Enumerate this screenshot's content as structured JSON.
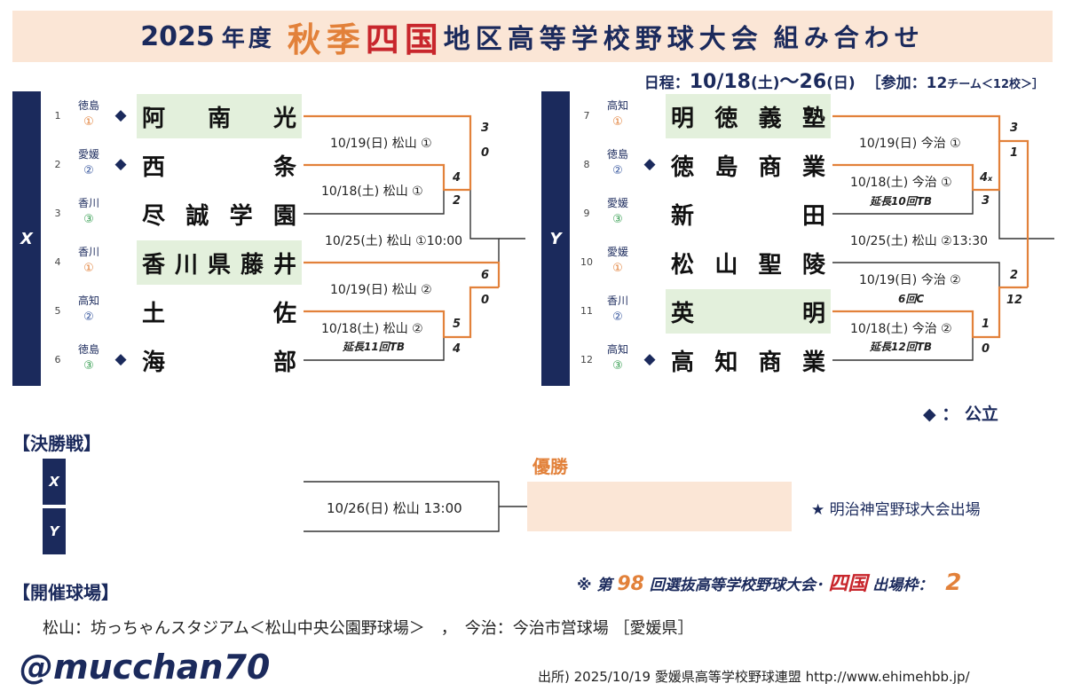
{
  "title": {
    "year": "2025",
    "nendo": "年度",
    "season": "秋季",
    "region": "四国",
    "rest": "地区高等学校野球大会",
    "kumiawase": "組み合わせ"
  },
  "schedule": {
    "prefix": "日程：",
    "dates_a": "10/18",
    "dow_a": "(土)",
    "tilde": "～",
    "dates_b": "26",
    "dow_b": "(日)",
    "participation_prefix": "［参加：12",
    "participation_unit": "チーム＜12校＞］"
  },
  "blocks": {
    "x": "X",
    "y": "Y"
  },
  "left_teams": [
    {
      "seed": "1",
      "pref": "徳島",
      "rank": "①",
      "public": true,
      "name": [
        "阿",
        "南",
        "光"
      ],
      "highlight": true
    },
    {
      "seed": "2",
      "pref": "愛媛",
      "rank": "②",
      "public": true,
      "name": [
        "西",
        "条"
      ],
      "highlight": false
    },
    {
      "seed": "3",
      "pref": "香川",
      "rank": "③",
      "public": false,
      "name": [
        "尽",
        "誠",
        "学",
        "園"
      ],
      "highlight": false
    },
    {
      "seed": "4",
      "pref": "香川",
      "rank": "①",
      "public": false,
      "name": [
        "香",
        "川",
        "県",
        "藤",
        "井"
      ],
      "highlight": true
    },
    {
      "seed": "5",
      "pref": "高知",
      "rank": "②",
      "public": false,
      "name": [
        "土",
        "佐"
      ],
      "highlight": false
    },
    {
      "seed": "6",
      "pref": "徳島",
      "rank": "③",
      "public": true,
      "name": [
        "海",
        "部"
      ],
      "highlight": false
    }
  ],
  "right_teams": [
    {
      "seed": "7",
      "pref": "高知",
      "rank": "①",
      "public": false,
      "name": [
        "明",
        "徳",
        "義",
        "塾"
      ],
      "highlight": true
    },
    {
      "seed": "8",
      "pref": "徳島",
      "rank": "②",
      "public": true,
      "name": [
        "徳",
        "島",
        "商",
        "業"
      ],
      "highlight": false
    },
    {
      "seed": "9",
      "pref": "愛媛",
      "rank": "③",
      "public": false,
      "name": [
        "新",
        "田"
      ],
      "highlight": false
    },
    {
      "seed": "10",
      "pref": "愛媛",
      "rank": "①",
      "public": false,
      "name": [
        "松",
        "山",
        "聖",
        "陵"
      ],
      "highlight": false
    },
    {
      "seed": "11",
      "pref": "香川",
      "rank": "②",
      "public": false,
      "name": [
        "英",
        "明"
      ],
      "highlight": true
    },
    {
      "seed": "12",
      "pref": "高知",
      "rank": "③",
      "public": true,
      "name": [
        "高",
        "知",
        "商",
        "業"
      ],
      "highlight": false
    }
  ],
  "games_left": {
    "g1": {
      "label": "10/18(土) 松山 ①",
      "score_top": "4",
      "score_bottom": "2"
    },
    "g2": {
      "label": "10/19(日) 松山 ①",
      "score_top": "3",
      "score_bottom": "0"
    },
    "g3": {
      "label": "10/18(土) 松山 ②",
      "note": "延長11回TB",
      "score_top": "5",
      "score_bottom": "4"
    },
    "g4": {
      "label": "10/19(日) 松山 ②",
      "score_top": "6",
      "score_bottom": "0"
    },
    "semi": {
      "label": "10/25(土) 松山 ①10:00"
    }
  },
  "games_right": {
    "g1": {
      "label": "10/18(土) 今治 ①",
      "note": "延長10回TB",
      "score_top": "4",
      "score_top_mark": "x",
      "score_bottom": "3"
    },
    "g2": {
      "label": "10/19(日) 今治 ①",
      "score_top": "3",
      "score_bottom": "1"
    },
    "g3": {
      "label": "10/18(土) 今治 ②",
      "note": "延長12回TB",
      "score_top": "1",
      "score_bottom": "0"
    },
    "g4": {
      "label": "10/19(日) 今治 ②",
      "note": "6回C",
      "score_top": "2",
      "score_bottom": "12"
    },
    "semi": {
      "label": "10/25(土) 松山 ②13:30"
    }
  },
  "legend": {
    "diamond": "◆",
    "public_label": "：  公立"
  },
  "final": {
    "section_title": "【決勝戦】",
    "x": "X",
    "y": "Y",
    "game_label": "10/26(日) 松山 13:00",
    "champion_label": "優勝",
    "star_note": "★ 明治神宮野球大会出場"
  },
  "senbatsu": {
    "prefix": "※ 第",
    "number": "98",
    "middle": "回選抜高等学校野球大会･",
    "region": "四国",
    "suffix": "出場枠：",
    "count": "2"
  },
  "venues": {
    "section_title": "【開催球場】",
    "text": "松山：坊っちゃんスタジアム＜松山中央公園野球場＞　，　今治：今治市営球場 ［愛媛県］"
  },
  "handle": "@mucchan70",
  "source": "出所) 2025/10/19 愛媛県高等学校野球連盟 http://www.ehimehbb.jp/",
  "colors": {
    "navy": "#1b2a5c",
    "orange": "#e2813a",
    "red": "#c8262c",
    "green_highlight": "#e3f0dc",
    "peach": "#fbe6d6"
  }
}
